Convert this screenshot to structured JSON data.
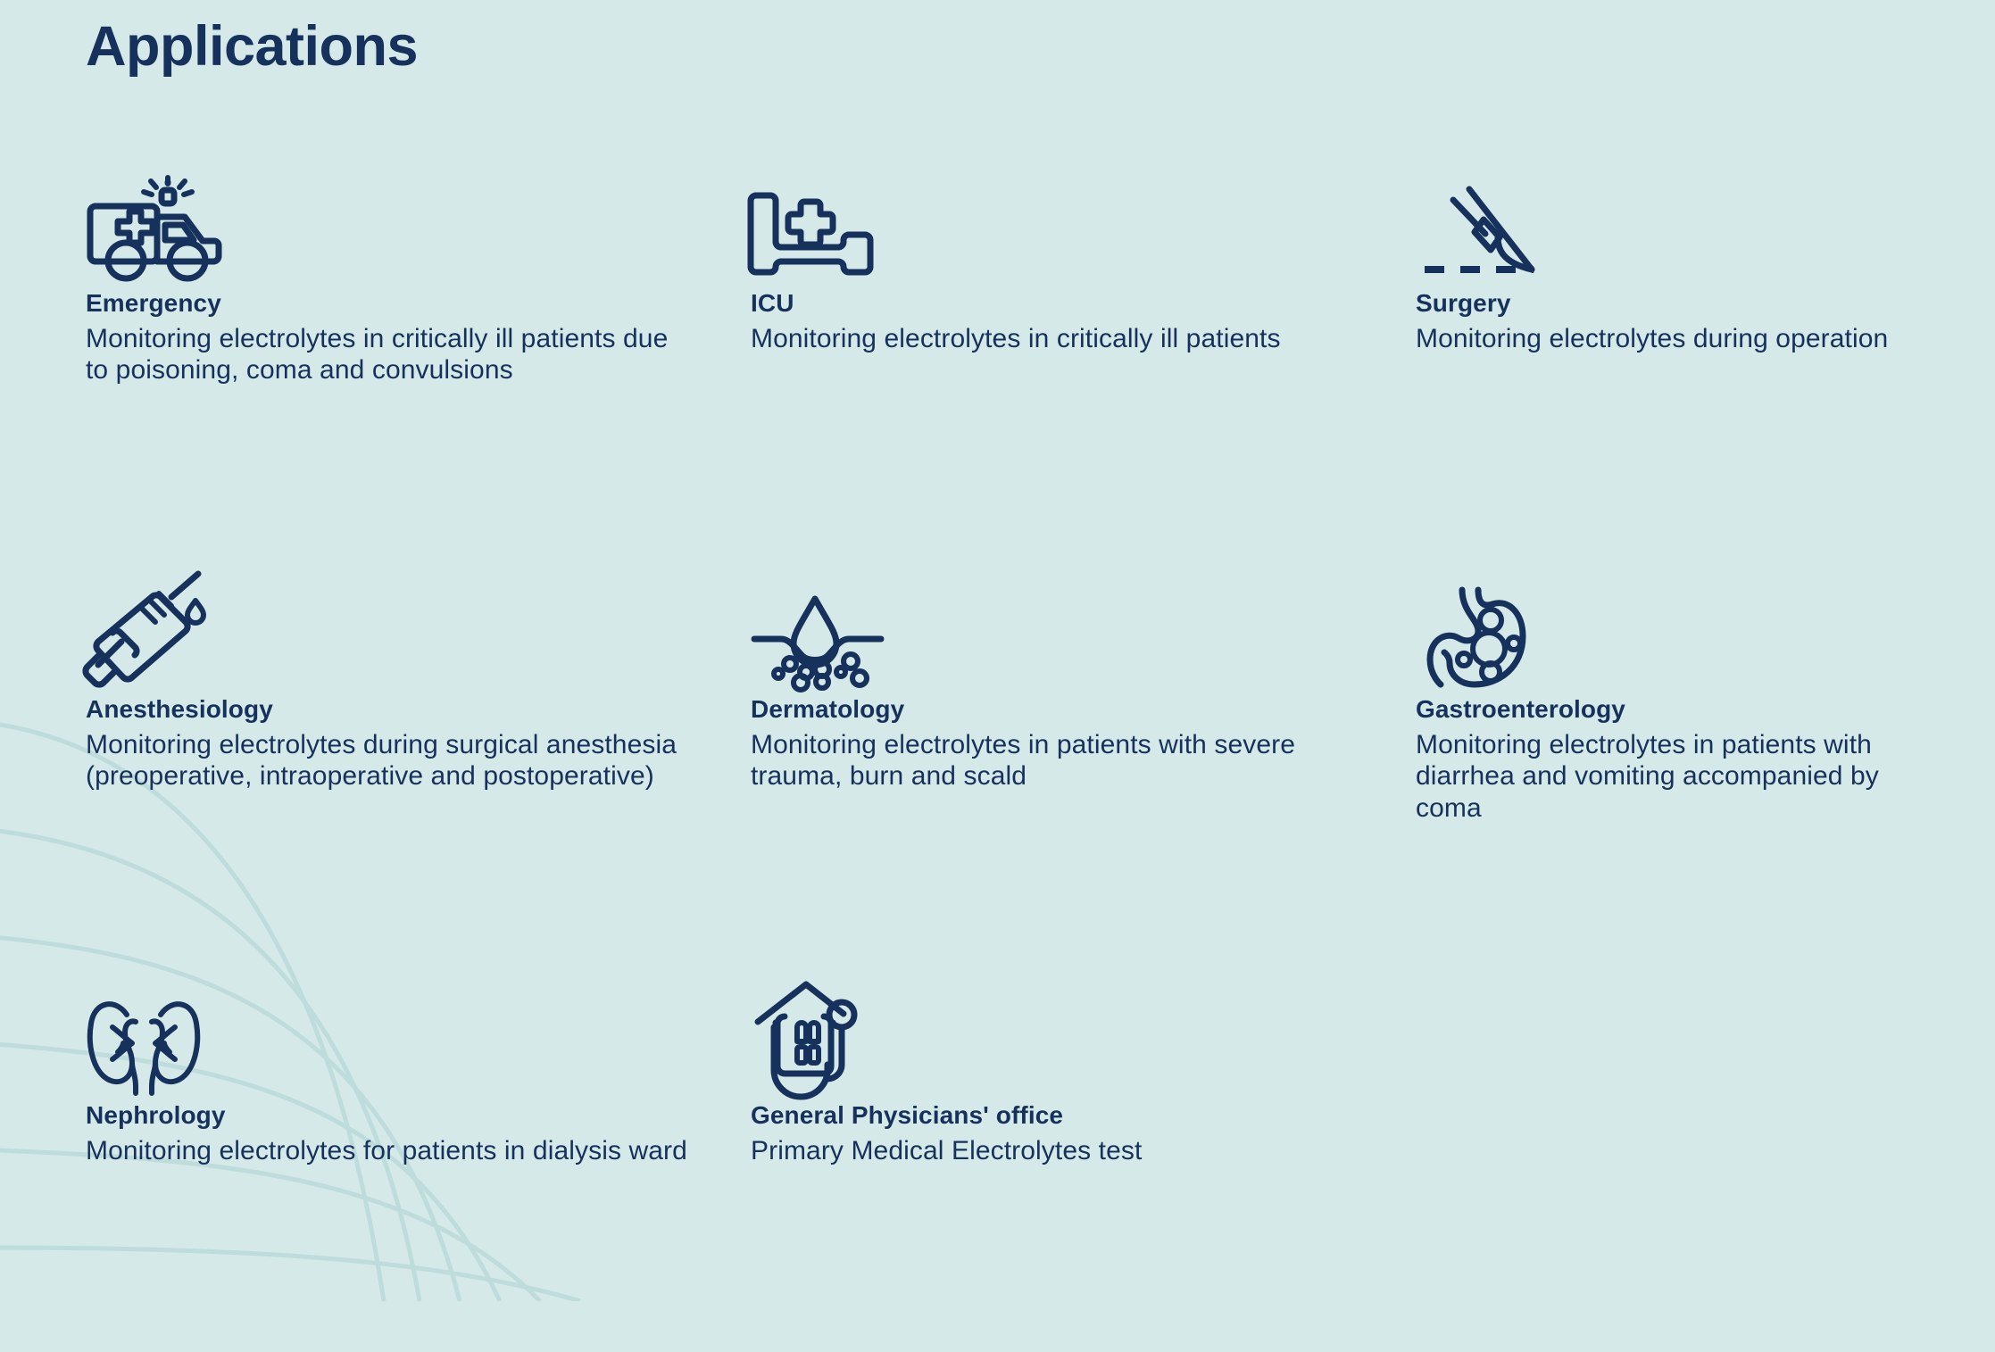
{
  "page": {
    "title": "Applications",
    "background_color": "#d5e9e8",
    "text_color": "#16325c"
  },
  "cards": [
    {
      "id": "emergency",
      "icon": "ambulance-icon",
      "title": "Emergency",
      "description": "Monitoring electrolytes in critically ill patients due to poisoning, coma and convulsions"
    },
    {
      "id": "icu",
      "icon": "hospital-bed-icon",
      "title": "ICU",
      "description": "Monitoring electrolytes in critically ill patients"
    },
    {
      "id": "surgery",
      "icon": "scalpel-icon",
      "title": "Surgery",
      "description": "Monitoring electrolytes during operation"
    },
    {
      "id": "anesthesiology",
      "icon": "syringe-icon",
      "title": "Anesthesiology",
      "description": "Monitoring electrolytes during surgical anesthesia (preoperative, intraoperative and postoperative)"
    },
    {
      "id": "dermatology",
      "icon": "skin-droplet-icon",
      "title": "Dermatology",
      "description": "Monitoring electrolytes in patients with severe trauma, burn and scald"
    },
    {
      "id": "gastroenterology",
      "icon": "stomach-icon",
      "title": "Gastroenterology",
      "description": "Monitoring electrolytes in patients with diarrhea and vomiting accompanied by coma"
    },
    {
      "id": "nephrology",
      "icon": "kidneys-icon",
      "title": "Nephrology",
      "description": "Monitoring electrolytes for patients in dialysis ward"
    },
    {
      "id": "general-physicians-office",
      "icon": "house-stethoscope-icon",
      "title": "General Physicians' office",
      "description": "Primary Medical Electrolytes test"
    }
  ]
}
